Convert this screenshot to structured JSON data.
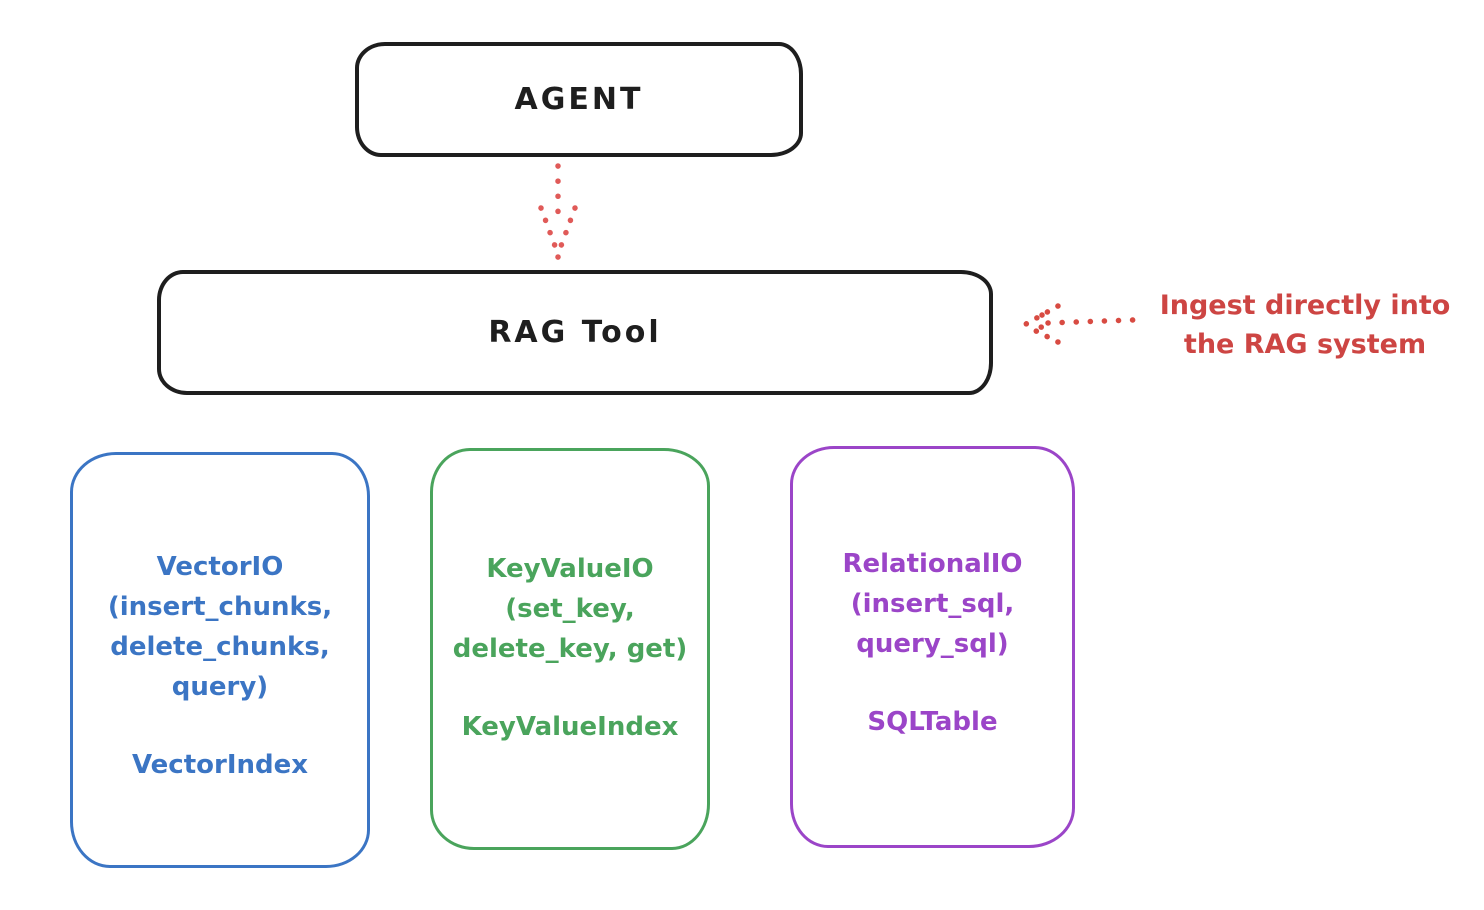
{
  "diagram": {
    "nodes": {
      "agent": {
        "label": "AGENT"
      },
      "rag_tool": {
        "label": "RAG Tool"
      }
    },
    "annotation": {
      "line1": "Ingest directly into",
      "line2": "the RAG system"
    },
    "arrows": [
      {
        "name": "agent-to-rag-tool-arrow",
        "style": "dotted",
        "direction": "down",
        "color": "#e05a58"
      },
      {
        "name": "ingest-arrow",
        "style": "dotted",
        "direction": "left",
        "color": "#d84b42"
      }
    ],
    "storage_boxes": [
      {
        "id": "vector-io",
        "border_color": "#3b75c4",
        "lines": [
          "VectorIO",
          "(insert_chunks,",
          "delete_chunks,",
          "query)"
        ],
        "index_label": "VectorIndex"
      },
      {
        "id": "key-value-io",
        "border_color": "#4aa45c",
        "lines": [
          "KeyValueIO",
          "(set_key,",
          "delete_key, get)"
        ],
        "index_label": "KeyValueIndex"
      },
      {
        "id": "relational-io",
        "border_color": "#9b45c8",
        "lines": [
          "RelationalIO",
          "(insert_sql,",
          "query_sql)"
        ],
        "index_label": "SQLTable"
      }
    ],
    "colors": {
      "node_border": "#1e1e1e",
      "background": "#ffffff",
      "annotation_red": "#cd4543",
      "arrow_red": "#e05a58"
    }
  }
}
